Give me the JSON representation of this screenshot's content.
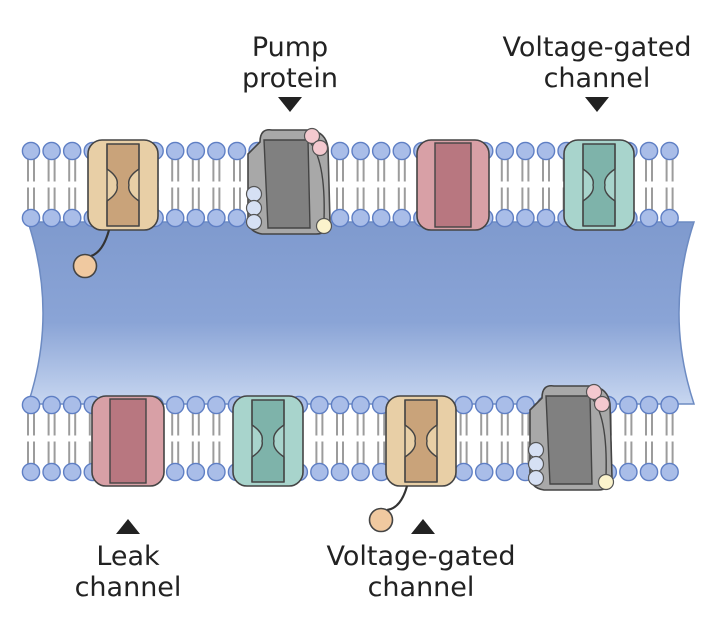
{
  "labels": {
    "pump_protein": [
      "Pump",
      "protein"
    ],
    "voltage_gated_top": [
      "Voltage-gated",
      "channel"
    ],
    "leak_channel": [
      "Leak",
      "channel"
    ],
    "voltage_gated_bottom": [
      "Voltage-gated",
      "channel"
    ]
  },
  "colors": {
    "background": "#ffffff",
    "phospholipid_head": "#a9bde8",
    "phospholipid_head_stroke": "#5f7fc4",
    "phospholipid_tail": "#9c9c9c",
    "lumen_top": "#8fa7d4",
    "lumen_mid": "#6f8dc6",
    "lumen_bottom": "#b9cbec",
    "voltage_gated_body": "#e8cfa6",
    "voltage_gated_core": "#c9a37a",
    "leak_body": "#d8a0a6",
    "leak_core": "#b87780",
    "teal_body": "#a8d4cc",
    "teal_core": "#7eb3aa",
    "pump_body": "#a8a8a8",
    "pump_core": "#808080",
    "pump_pink_ion": "#f4c9cf",
    "pump_blue_ion": "#d6e0f4",
    "pump_yellow_ion": "#fbf3cc",
    "arrow": "#222222"
  },
  "proteins_top": [
    "voltage-gated-channel-with-ball",
    "pump-protein",
    "leak-channel",
    "voltage-gated-channel"
  ],
  "proteins_bottom": [
    "leak-channel",
    "voltage-gated-channel",
    "voltage-gated-channel-with-ball",
    "pump-protein"
  ]
}
